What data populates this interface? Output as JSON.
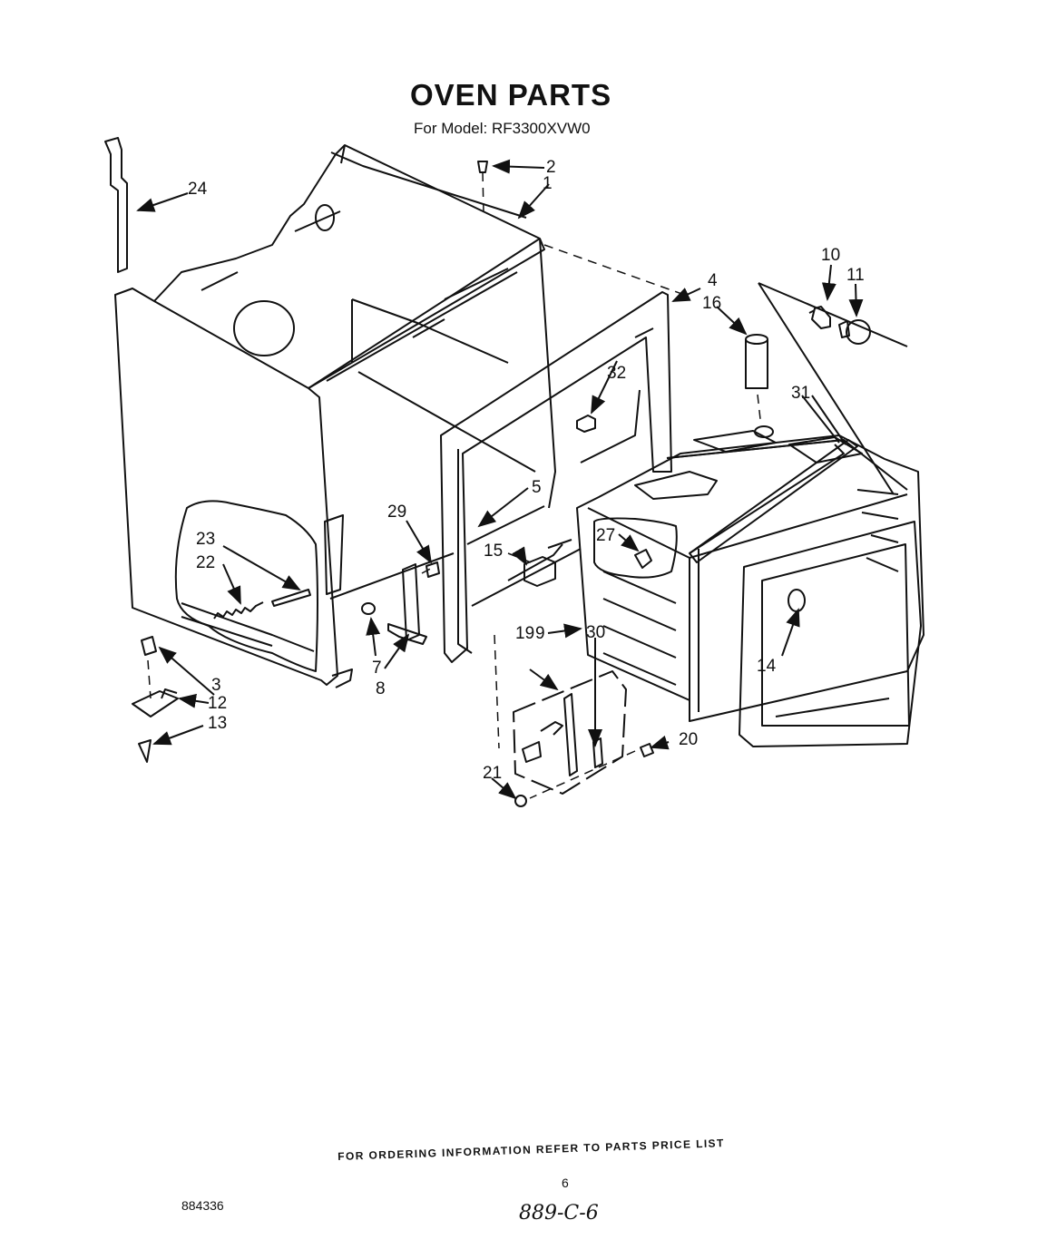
{
  "header": {
    "title": "OVEN PARTS",
    "model_line": "For Model: RF3300XVW0"
  },
  "part_numbers": [
    "1",
    "2",
    "3",
    "4",
    "5",
    "7",
    "8",
    "9",
    "10",
    "11",
    "12",
    "13",
    "14",
    "15",
    "16",
    "19",
    "20",
    "21",
    "22",
    "23",
    "24",
    "27",
    "29",
    "30",
    "31",
    "32"
  ],
  "footer": {
    "ordering_note": "FOR ORDERING INFORMATION REFER TO PARTS PRICE LIST",
    "page_number": "6",
    "document_code": "884336",
    "handwritten_code": "889-C-6"
  }
}
